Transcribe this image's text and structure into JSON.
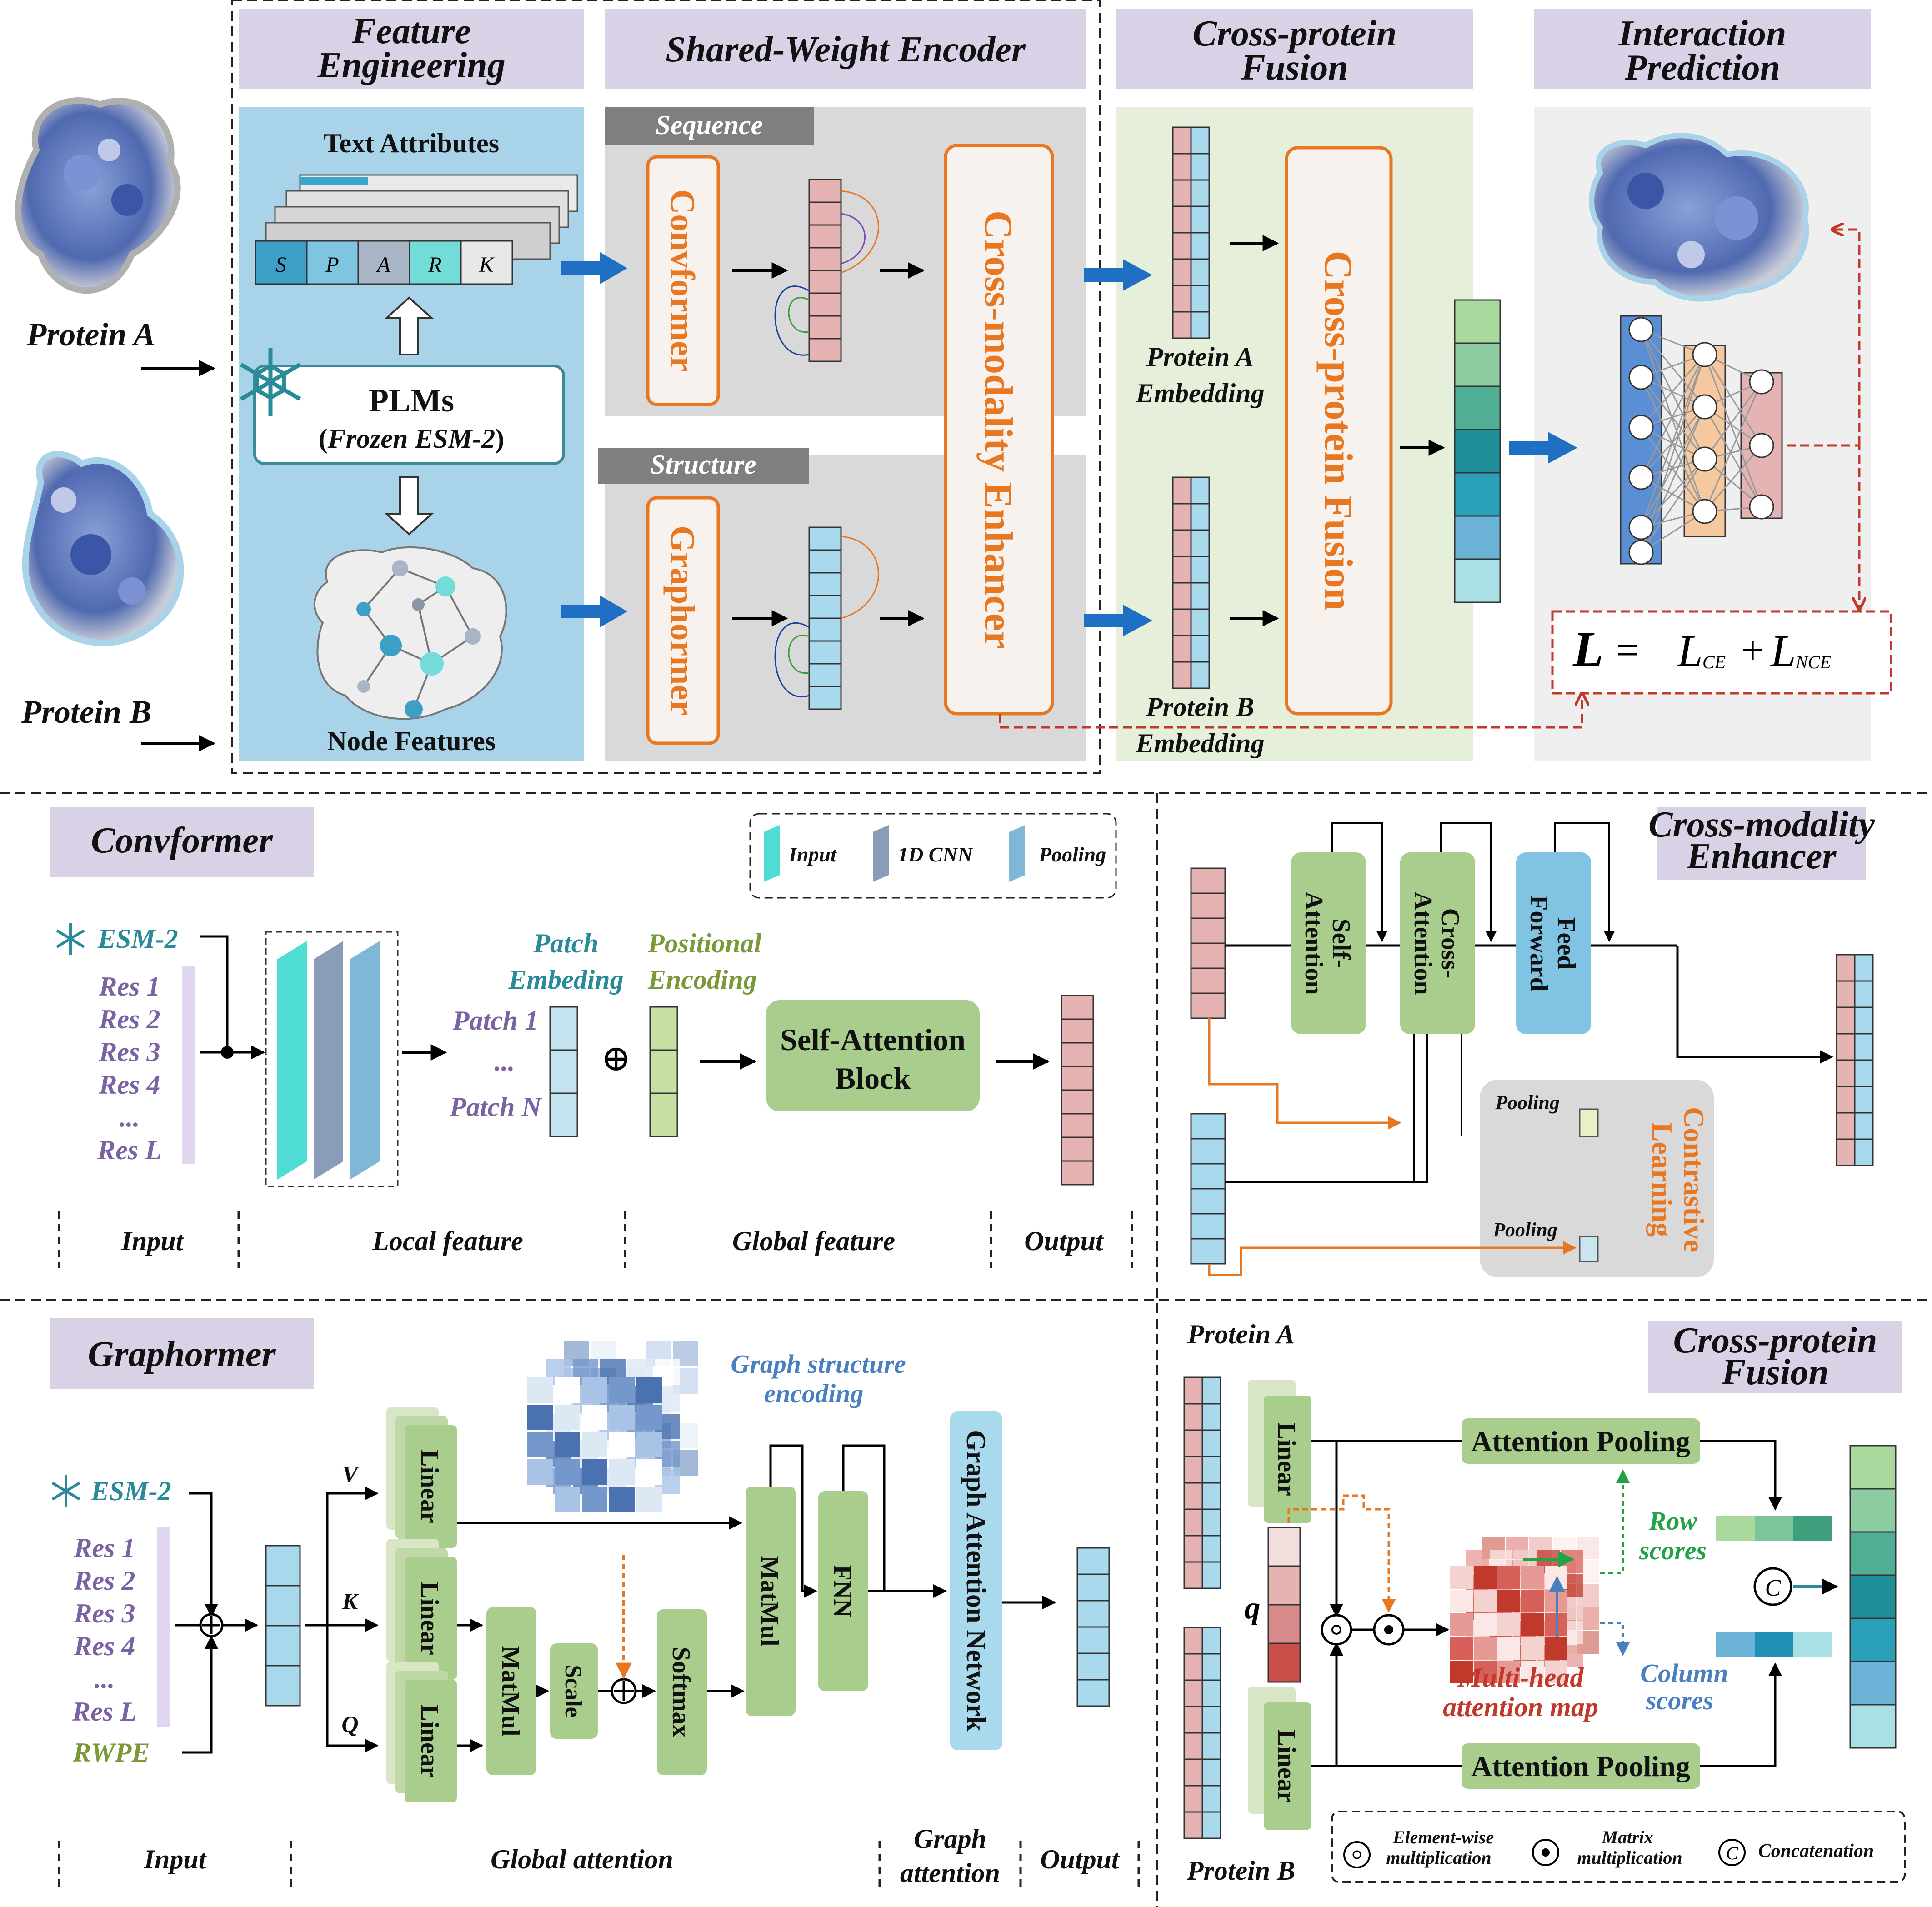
{
  "top": {
    "stage_headers": {
      "feature_engineering": [
        "Feature",
        "Engineering"
      ],
      "shared_encoder": "Shared-Weight Encoder",
      "cross_protein_fusion": [
        "Cross-protein",
        "Fusion"
      ],
      "interaction_prediction": [
        "Interaction",
        "Prediction"
      ]
    },
    "protein_a": "Protein A",
    "protein_b": "Protein B",
    "text_attributes": "Text Attributes",
    "sequence_letters": [
      "S",
      "P",
      "A",
      "R",
      "K"
    ],
    "plms": "PLMs",
    "plms_sub": "Frozen ESM-2",
    "plms_open": "(",
    "plms_close": ")",
    "node_features": "Node Features",
    "sequence_tag": "Sequence",
    "structure_tag": "Structure",
    "convformer": "Convformer",
    "graphormer": "Graphormer",
    "cross_modality_enhancer": "Cross-modality Enhancer",
    "protein_a_embedding": [
      "Protein A",
      "Embedding"
    ],
    "protein_b_embedding": [
      "Protein B",
      "Embedding"
    ],
    "cross_protein_fusion_box": "Cross-protein Fusion",
    "loss": {
      "L": "L",
      "eq": "=",
      "ce": "L",
      "ce_sub": "CE",
      "plus": "+",
      "nce": "L",
      "nce_sub": "NCE"
    }
  },
  "convformer_panel": {
    "title": "Convformer",
    "legend": [
      "Input",
      "1D CNN",
      "Pooling"
    ],
    "esm2": "ESM-2",
    "residues": [
      "Res 1",
      "Res 2",
      "Res 3",
      "Res 4",
      "...",
      "Res L"
    ],
    "patch_embedding": [
      "Patch",
      "Embeding"
    ],
    "positional_encoding": [
      "Positional",
      "Encoding"
    ],
    "patches": [
      "Patch 1",
      "...",
      "Patch N"
    ],
    "oplus": "⊕",
    "self_attention_block": [
      "Self-Attention",
      "Block"
    ],
    "sections": [
      "Input",
      "Local feature",
      "Global feature",
      "Output"
    ]
  },
  "cme_panel": {
    "title": [
      "Cross-modality",
      "Enhancer"
    ],
    "self_attention": [
      "Self-",
      "Attention"
    ],
    "cross_attention": [
      "Cross-",
      "Attention"
    ],
    "feed_forward": [
      "Feed",
      "Forward"
    ],
    "pooling": [
      "Pooling",
      "Pooling"
    ],
    "contrastive": [
      "Contrastive",
      "Learning"
    ]
  },
  "graphormer_panel": {
    "title": "Graphormer",
    "esm2": "ESM-2",
    "residues": [
      "Res 1",
      "Res 2",
      "Res 3",
      "Res 4",
      "...",
      "Res L"
    ],
    "rwpe": "RWPE",
    "vkq": [
      "V",
      "K",
      "Q"
    ],
    "linear": "Linear",
    "matmul": "MatMul",
    "scale": "Scale",
    "softmax": "Softmax",
    "matmul2": "MatMul",
    "fnn": "FNN",
    "gan": "Graph Attention Network",
    "graph_structure_encoding": [
      "Graph structure",
      "encoding"
    ],
    "sections": [
      "Input",
      "Global attention",
      "Graph",
      "attention",
      "Output"
    ]
  },
  "cpf_panel": {
    "title": [
      "Cross-protein",
      "Fusion"
    ],
    "protein_a": "Protein A",
    "protein_b": "Protein B",
    "linear": "Linear",
    "attention_pooling": "Attention Pooling",
    "q": "q",
    "row_scores": [
      "Row",
      "scores"
    ],
    "column_scores": [
      "Column",
      "scores"
    ],
    "multihead": [
      "Multi-head",
      "attention map"
    ],
    "concat": "C",
    "legend": {
      "elementwise": [
        "Element-wise",
        "multiplication"
      ],
      "matrix": [
        "Matrix",
        "multiplication"
      ],
      "concatenation": "Concatenation"
    }
  }
}
